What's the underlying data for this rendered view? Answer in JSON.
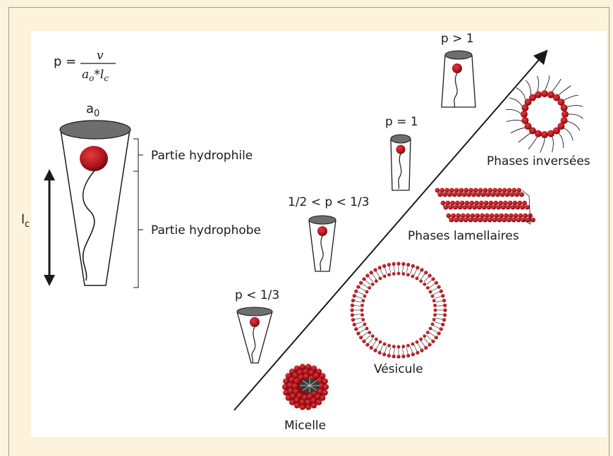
{
  "formula": {
    "lhs": "p =",
    "numerator": "v",
    "den_a": "a",
    "den_a_sub": "o",
    "den_star": "*l",
    "den_l_sub": "c"
  },
  "main_cone": {
    "top_label": "a",
    "top_label_sub": "0",
    "length_label": "l",
    "length_label_sub": "c",
    "hydrophilic_label": "Partie hydrophile",
    "hydrophobic_label": "Partie hydrophobe"
  },
  "packing_shapes": [
    {
      "condition": "p < 1/3"
    },
    {
      "condition": "1/2 < p < 1/3"
    },
    {
      "condition": "p = 1"
    },
    {
      "condition": "p > 1"
    }
  ],
  "structures": {
    "micelle": "Micelle",
    "vesicle": "Vésicule",
    "lamellar": "Phases lamellaires",
    "inverse": "Phases inversées"
  },
  "colors": {
    "page_background": "#fdf3dc",
    "panel_background": "#ffffff",
    "head_red": "#b0141c",
    "cap_gray": "#6e6e6e",
    "line": "#1a1a1a"
  }
}
